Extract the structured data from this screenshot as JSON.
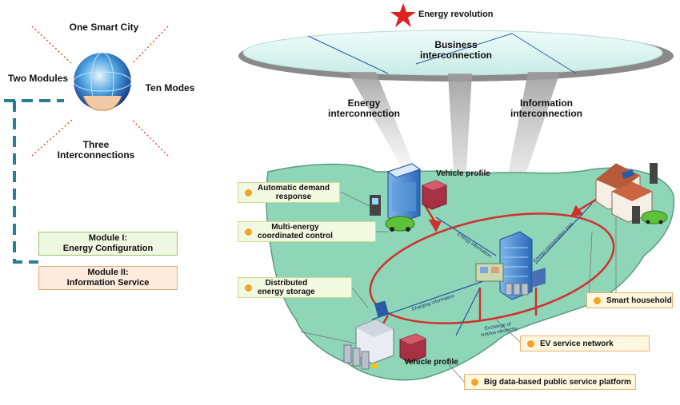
{
  "left": {
    "title_top": "One Smart City",
    "left_label": "Two Modules",
    "right_label": "Ten Modes",
    "bottom_label_1": "Three",
    "bottom_label_2": "Interconnections",
    "module1_line1": "Module I:",
    "module1_line2": "Energy Configuration",
    "module2_line1": "Module II:",
    "module2_line2": "Information Service"
  },
  "top": {
    "revolution": "Energy revolution",
    "business_1": "Business",
    "business_2": "interconnection",
    "energy_1": "Energy",
    "energy_2": "interconnection",
    "info_1": "Information",
    "info_2": "interconnection"
  },
  "map": {
    "vehicle_profile_top": "Vehicle profile",
    "vehicle_profile_bottom": "Vehicle profile",
    "charging_info": "Charging information",
    "energy_info": "Energy information",
    "energy_consumption": "Energy consumption data",
    "exchange_1": "Exchange of",
    "exchange_2": "surplus electricity"
  },
  "tags": {
    "auto_1": "Automatic demand",
    "auto_2": "response",
    "multi_1": "Multi-energy",
    "multi_2": "coordinated control",
    "dist_1": "Distributed",
    "dist_2": "energy storage",
    "smart_household": "Smart household",
    "ev_network": "EV service network",
    "big_data": "Big data-based public service platform"
  },
  "colors": {
    "land": "#8fd6b8",
    "land_edge": "#5a9c80",
    "red": "#d0302c",
    "teal_dash": "#2a7f8f",
    "tag_fill": "#fff7e0",
    "tag_border": "#e8b070",
    "dot": "#f4a327"
  }
}
